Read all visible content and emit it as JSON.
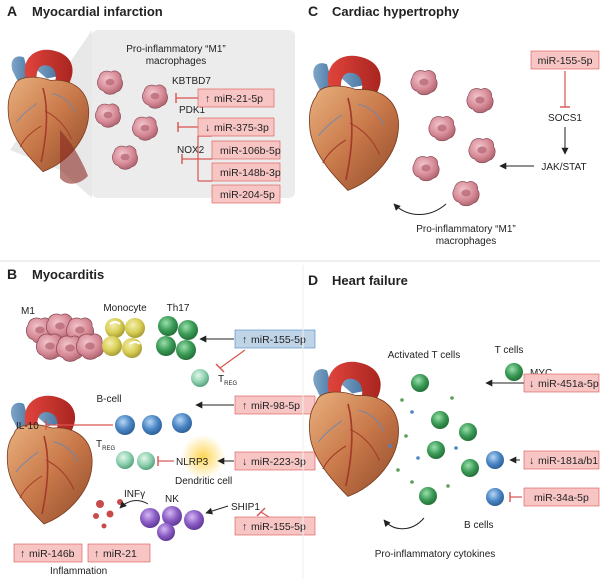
{
  "colors": {
    "mirna_box": "#f7c6c4",
    "mirna_box_alt": "#bfd4e6",
    "inhibit": "#d9534f",
    "activate": "#222222",
    "macrophage": "#d68a96",
    "t_cell_green": "#3a9a55",
    "b_cell_blue": "#4a86c5",
    "nk_purple": "#8a5cc4",
    "monocyte_yellow": "#d9cf55",
    "treg_mint": "#8fd1b0",
    "heart_red": "#c8302a"
  },
  "panels": {
    "a": {
      "letter": "A",
      "title": "Myocardial infarction",
      "macrophage_label_1": "Pro-inflammatory “M1”",
      "macrophage_label_2": "macrophages",
      "targets": [
        "KBTBD7",
        "PDK1",
        "NOX2"
      ],
      "mirnas": [
        {
          "arrow": "up",
          "label": "miR-21-5p"
        },
        {
          "arrow": "down",
          "label": "miR-375-3p"
        },
        {
          "arrow": "none",
          "label": "miR-106b-5p"
        },
        {
          "arrow": "none",
          "label": "miR-148b-3p"
        },
        {
          "arrow": "none",
          "label": "miR-204-5p"
        }
      ]
    },
    "b": {
      "letter": "B",
      "title": "Myocarditis",
      "cells": {
        "m1": "M1",
        "monocyte": "Monocyte",
        "th17": "Th17",
        "treg_main": "T",
        "treg_sub": "REG",
        "bcell": "B-cell",
        "il10": "IL-10",
        "treg2_main": "T",
        "treg2_sub": "REG",
        "nlrp3": "NLRP3",
        "dendritic": "Dendritic cell",
        "infg": "INFγ",
        "nk": "NK",
        "ship1": "SHIP1"
      },
      "mirnas": [
        {
          "arrow": "up",
          "label": "miR-155-5p"
        },
        {
          "arrow": "up",
          "label": "miR-98-5p"
        },
        {
          "arrow": "down",
          "label": "miR-223-3p"
        },
        {
          "arrow": "up",
          "label": "miR-155-5p"
        },
        {
          "arrow": "up",
          "label": "miR-146b"
        },
        {
          "arrow": "up",
          "label": "miR-21"
        }
      ],
      "footer": "Inflammation"
    },
    "c": {
      "letter": "C",
      "title": "Cardiac hypertrophy",
      "mirna": "miR-155-5p",
      "socs1": "SOCS1",
      "jakstat": "JAK/STAT",
      "macrophage_label_1": "Pro-inflammatory “M1”",
      "macrophage_label_2": "macrophages"
    },
    "d": {
      "letter": "D",
      "title": "Heart failure",
      "activated": "Activated T cells",
      "tcells": "T cells",
      "myc": "MYC",
      "bcells": "B cells",
      "cytokines": "Pro-inflammatory cytokines",
      "mirnas": [
        {
          "arrow": "down",
          "label": "miR-451a-5p"
        },
        {
          "arrow": "down",
          "label": "miR-181a/b1"
        },
        {
          "arrow": "none",
          "label": "miR-34a-5p"
        }
      ]
    }
  }
}
